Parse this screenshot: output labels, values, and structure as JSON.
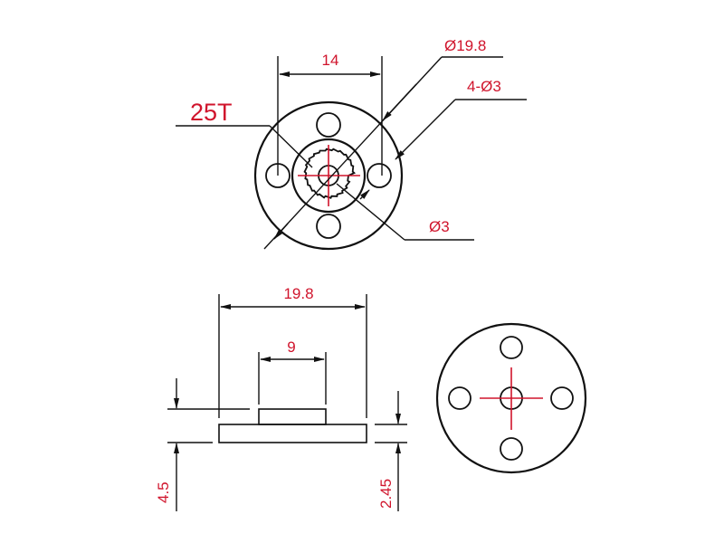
{
  "drawing": {
    "top_view": {
      "label_teeth": "25T",
      "dim_hole_spacing": "14",
      "dim_outer_diameter": "Ø19.8",
      "dim_mount_holes": "4-Ø3",
      "dim_center_bore": "Ø3"
    },
    "side_view": {
      "dim_flange_width": "19.8",
      "dim_hub_width": "9",
      "dim_total_height": "4.5",
      "dim_flange_thickness": "2.45"
    },
    "bottom_view": {
      "description": "Flange with 4 mounting holes and center bore"
    },
    "colors": {
      "line": "#111111",
      "annotation": "#d0142c",
      "background": "#ffffff"
    }
  }
}
